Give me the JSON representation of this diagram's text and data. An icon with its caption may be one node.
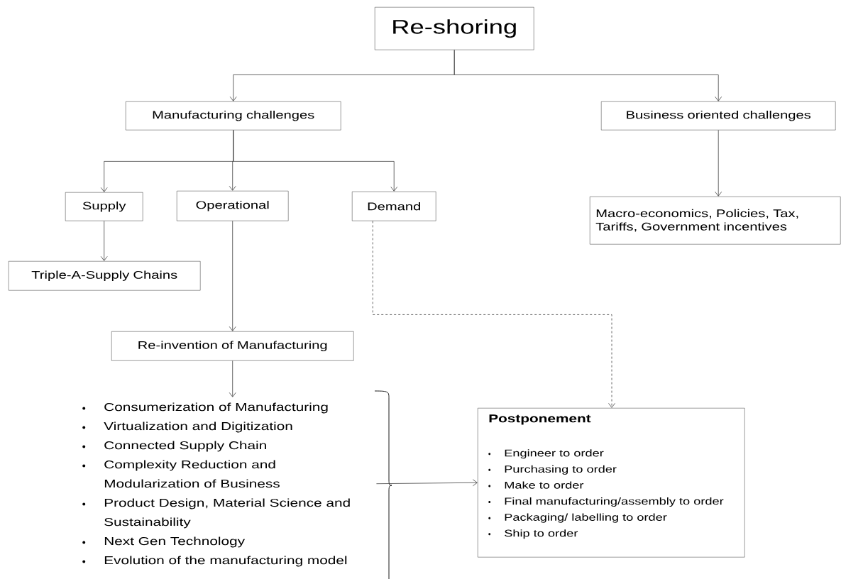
{
  "diagram": {
    "nodes": [
      {
        "text": [
          "Re-shoring"
        ]
      },
      {
        "text": [
          "Manufacturing challenges"
        ]
      },
      {
        "text": [
          "Business oriented challenges"
        ]
      },
      {
        "text": [
          "Supply"
        ]
      },
      {
        "text": [
          "Operational"
        ]
      },
      {
        "text": [
          "Demand"
        ]
      },
      {
        "text": [
          "Macro-economics, Policies, Tax, Tariffs, Government incentives"
        ]
      },
      {
        "text": [
          "Triple-A-Supply Chains"
        ]
      },
      {
        "text": [
          "Re-invention of Manufacturing"
        ]
      },
      {
        "text": [
          "Consumerization of Manufacturing",
          "Virtualization and Digitization",
          "Connected Supply Chain",
          "Complexity Reduction and Modularization of Business",
          "Product Design, Material Science and Sustainability",
          "Next Gen Technology",
          "Evolution of the manufacturing model"
        ]
      },
      {
        "text": [
          "Postponement",
          "Engineer to order",
          "Purchasing to order",
          "Make to order",
          "Final manufacturing/assembly to order",
          "Packaging/ labelling to order",
          "Ship to order"
        ]
      }
    ],
    "edges": [
      {
        "from": 0,
        "to": 1,
        "arrow": "to"
      },
      {
        "from": 0,
        "to": 2,
        "arrow": "to"
      },
      {
        "from": 1,
        "to": 3,
        "arrow": "to"
      },
      {
        "from": 1,
        "to": 4,
        "arrow": "to"
      },
      {
        "from": 1,
        "to": 5,
        "arrow": "to"
      },
      {
        "from": 2,
        "to": 6,
        "arrow": "to"
      },
      {
        "from": 3,
        "to": 7,
        "arrow": "to"
      },
      {
        "from": 4,
        "to": 8,
        "arrow": "to"
      },
      {
        "from": 8,
        "to": 9,
        "arrow": "to"
      },
      {
        "from": 5,
        "to": 10,
        "arrow": "to",
        "style": "dashed"
      },
      {
        "from": 9,
        "to": 10,
        "arrow": "to"
      }
    ]
  }
}
